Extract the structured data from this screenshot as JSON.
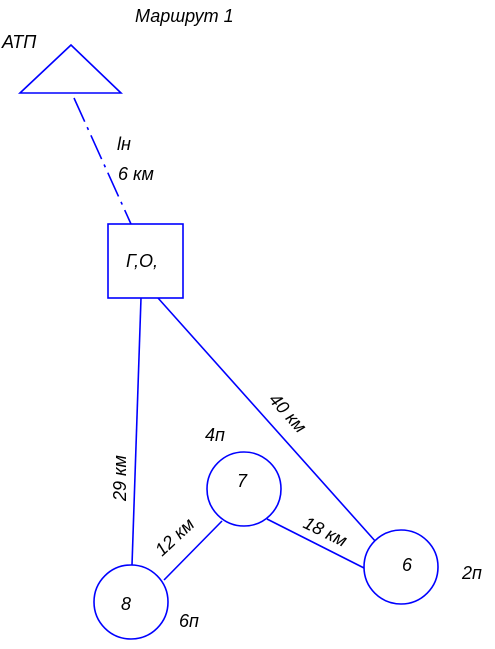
{
  "diagram": {
    "title": "Маршрут 1",
    "colors": {
      "line": "#0000ff",
      "text": "#000000"
    },
    "depot": {
      "label": "АТП"
    },
    "start_leg": {
      "label_top": "lн",
      "label_distance": "6 км"
    },
    "hub": {
      "label": "Г,О,"
    },
    "nodes": [
      {
        "id": "7",
        "label": "7",
        "load": "4п"
      },
      {
        "id": "6",
        "label": "6",
        "load": "2п"
      },
      {
        "id": "8",
        "label": "8",
        "load": "6п"
      }
    ],
    "edges": [
      {
        "from": "hub",
        "to": "6",
        "distance": "40 км"
      },
      {
        "from": "hub",
        "to": "8",
        "distance": "29 км"
      },
      {
        "from": "8",
        "to": "7",
        "distance": "12 км"
      },
      {
        "from": "7",
        "to": "6",
        "distance": "18 км"
      }
    ]
  }
}
